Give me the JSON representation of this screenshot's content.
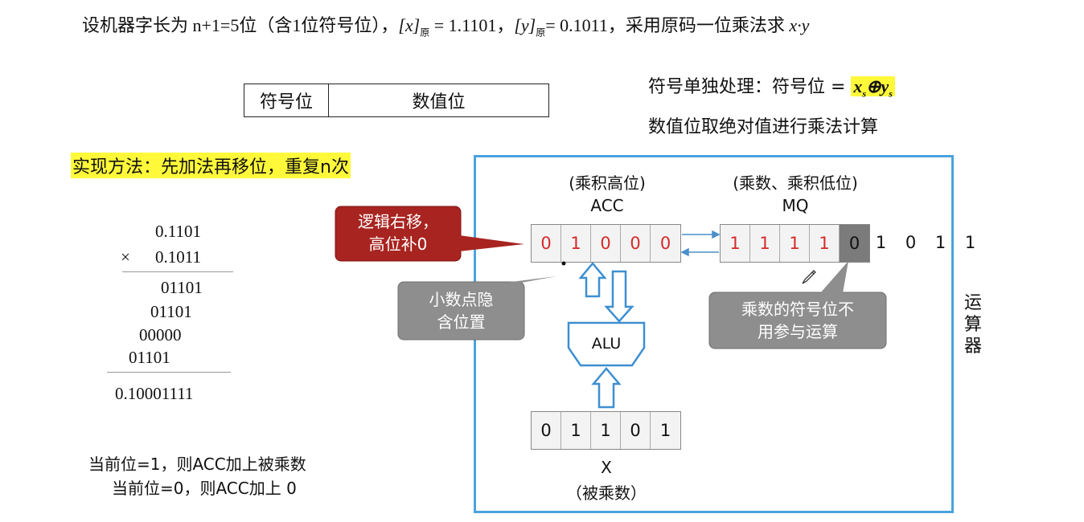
{
  "title": {
    "prefix": "设机器字长为 n+1=5位（含1位符号位），",
    "x_open": "[x]",
    "x_sub": "原",
    "x_val": " = 1.1101，",
    "y_open": "[y]",
    "y_sub": "原",
    "y_val": "= 0.1011，采用原码一位乘法求 ",
    "xy": "x·y"
  },
  "format_table": {
    "sign": "符号位",
    "value": "数值位"
  },
  "sign_rule": {
    "text": "符号单独处理：符号位 = ",
    "xs": "x",
    "xs_sub": "s",
    "op": "⊕",
    "ys": "y",
    "ys_sub": "s"
  },
  "abs_rule": "数值位取绝对值进行乘法计算",
  "method": "实现方法：先加法再移位，重复n次",
  "multiplication": {
    "multiplicand": "0.1101",
    "times": "×",
    "multiplier": "0.1011",
    "partials": [
      "01101",
      "01101",
      "00000",
      "01101"
    ],
    "result": "0.10001111"
  },
  "rules": [
    "当前位=1，则ACC加上被乘数",
    "当前位=0，则ACC加上 0"
  ],
  "unit_label": "运算器",
  "acc": {
    "caption": "(乘积高位)",
    "name": "ACC",
    "bits": [
      "0",
      "1",
      "0",
      "0",
      "0"
    ]
  },
  "mq": {
    "caption": "(乘数、乘积低位)",
    "name": "MQ",
    "bits": [
      "1",
      "1",
      "1",
      "1",
      "0"
    ],
    "overflow": [
      "1",
      "0",
      "1",
      "1"
    ]
  },
  "x_reg": {
    "bits": [
      "0",
      "1",
      "1",
      "0",
      "1"
    ],
    "name": "X",
    "caption": "（被乘数）"
  },
  "alu": "ALU",
  "callouts": {
    "shift": [
      "逻辑右移，",
      "高位补0"
    ],
    "point": [
      "小数点隐",
      "含位置"
    ],
    "sign_bit": [
      "乘数的符号位不",
      "用参与运算"
    ]
  },
  "colors": {
    "accent_blue": "#4aa3df",
    "callout_red": "#a82420",
    "callout_gray": "#8e8e8e",
    "highlight": "#fff93a",
    "bit_red": "#d62a2a"
  }
}
